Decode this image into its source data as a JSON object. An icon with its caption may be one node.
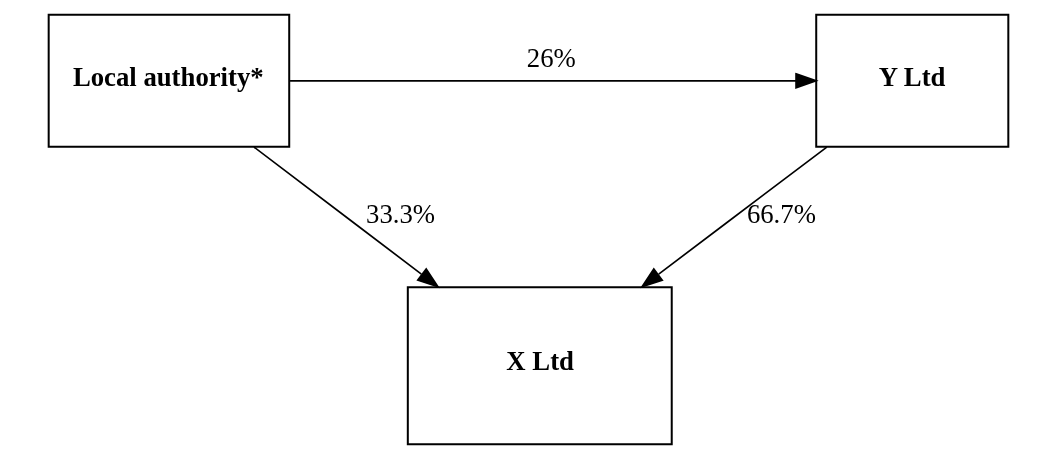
{
  "diagram": {
    "nodes": [
      {
        "text": [
          "Local authority*"
        ]
      },
      {
        "text": [
          "Y Ltd"
        ]
      },
      {
        "text": [
          "X Ltd"
        ]
      }
    ],
    "edges": [
      {
        "from": 0,
        "to": 1,
        "arrow": "to",
        "label": "26%"
      },
      {
        "from": 0,
        "to": 2,
        "arrow": "to",
        "label": "33.3%"
      },
      {
        "from": 1,
        "to": 2,
        "arrow": "to",
        "label": "66.7%"
      }
    ]
  }
}
